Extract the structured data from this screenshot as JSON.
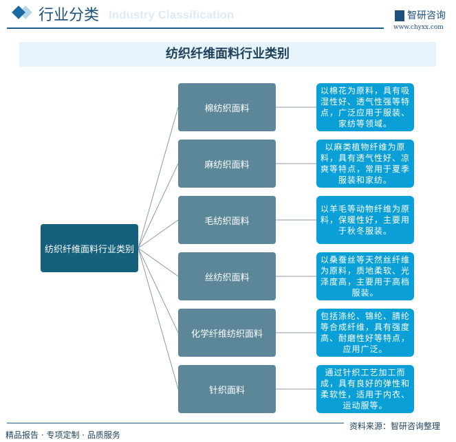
{
  "header": {
    "title": "行业分类",
    "subtitle": "Industry Classification",
    "brand": "智研咨询",
    "url": "www.chyxx.com"
  },
  "banner": "纺织纤维面料行业类别",
  "root": "纺织纤维面料行业类别",
  "categories": [
    {
      "name": "棉纺织面料",
      "desc": "以棉花为原料，具有吸湿性好、透气性强等特点，广泛应用于服装、家纺等领域。"
    },
    {
      "name": "麻纺织面料",
      "desc": "以麻类植物纤维为原料，具有透气性好、凉爽等特点，常用于夏季服装和家纺。"
    },
    {
      "name": "毛纺织面料",
      "desc": "以羊毛等动物纤维为原料，保暖性好，主要用于秋冬服装。"
    },
    {
      "name": "丝纺织面料",
      "desc": "以桑蚕丝等天然丝纤维为原料，质地柔软、光泽度高，主要用于高档服装。"
    },
    {
      "name": "化学纤维纺织面料",
      "desc": "包括涤纶、锦纶、腈纶等合成纤维，具有强度高、耐磨性好等特点，应用广泛。"
    },
    {
      "name": "针织面料",
      "desc": "通过针织工艺加工而成，具有良好的弹性和柔软性，适用于内衣、运动服等。"
    }
  ],
  "footer": {
    "slogan": "精品报告 · 专项定制 · 品质服务",
    "source": "资料来源：智研咨询整理"
  }
}
